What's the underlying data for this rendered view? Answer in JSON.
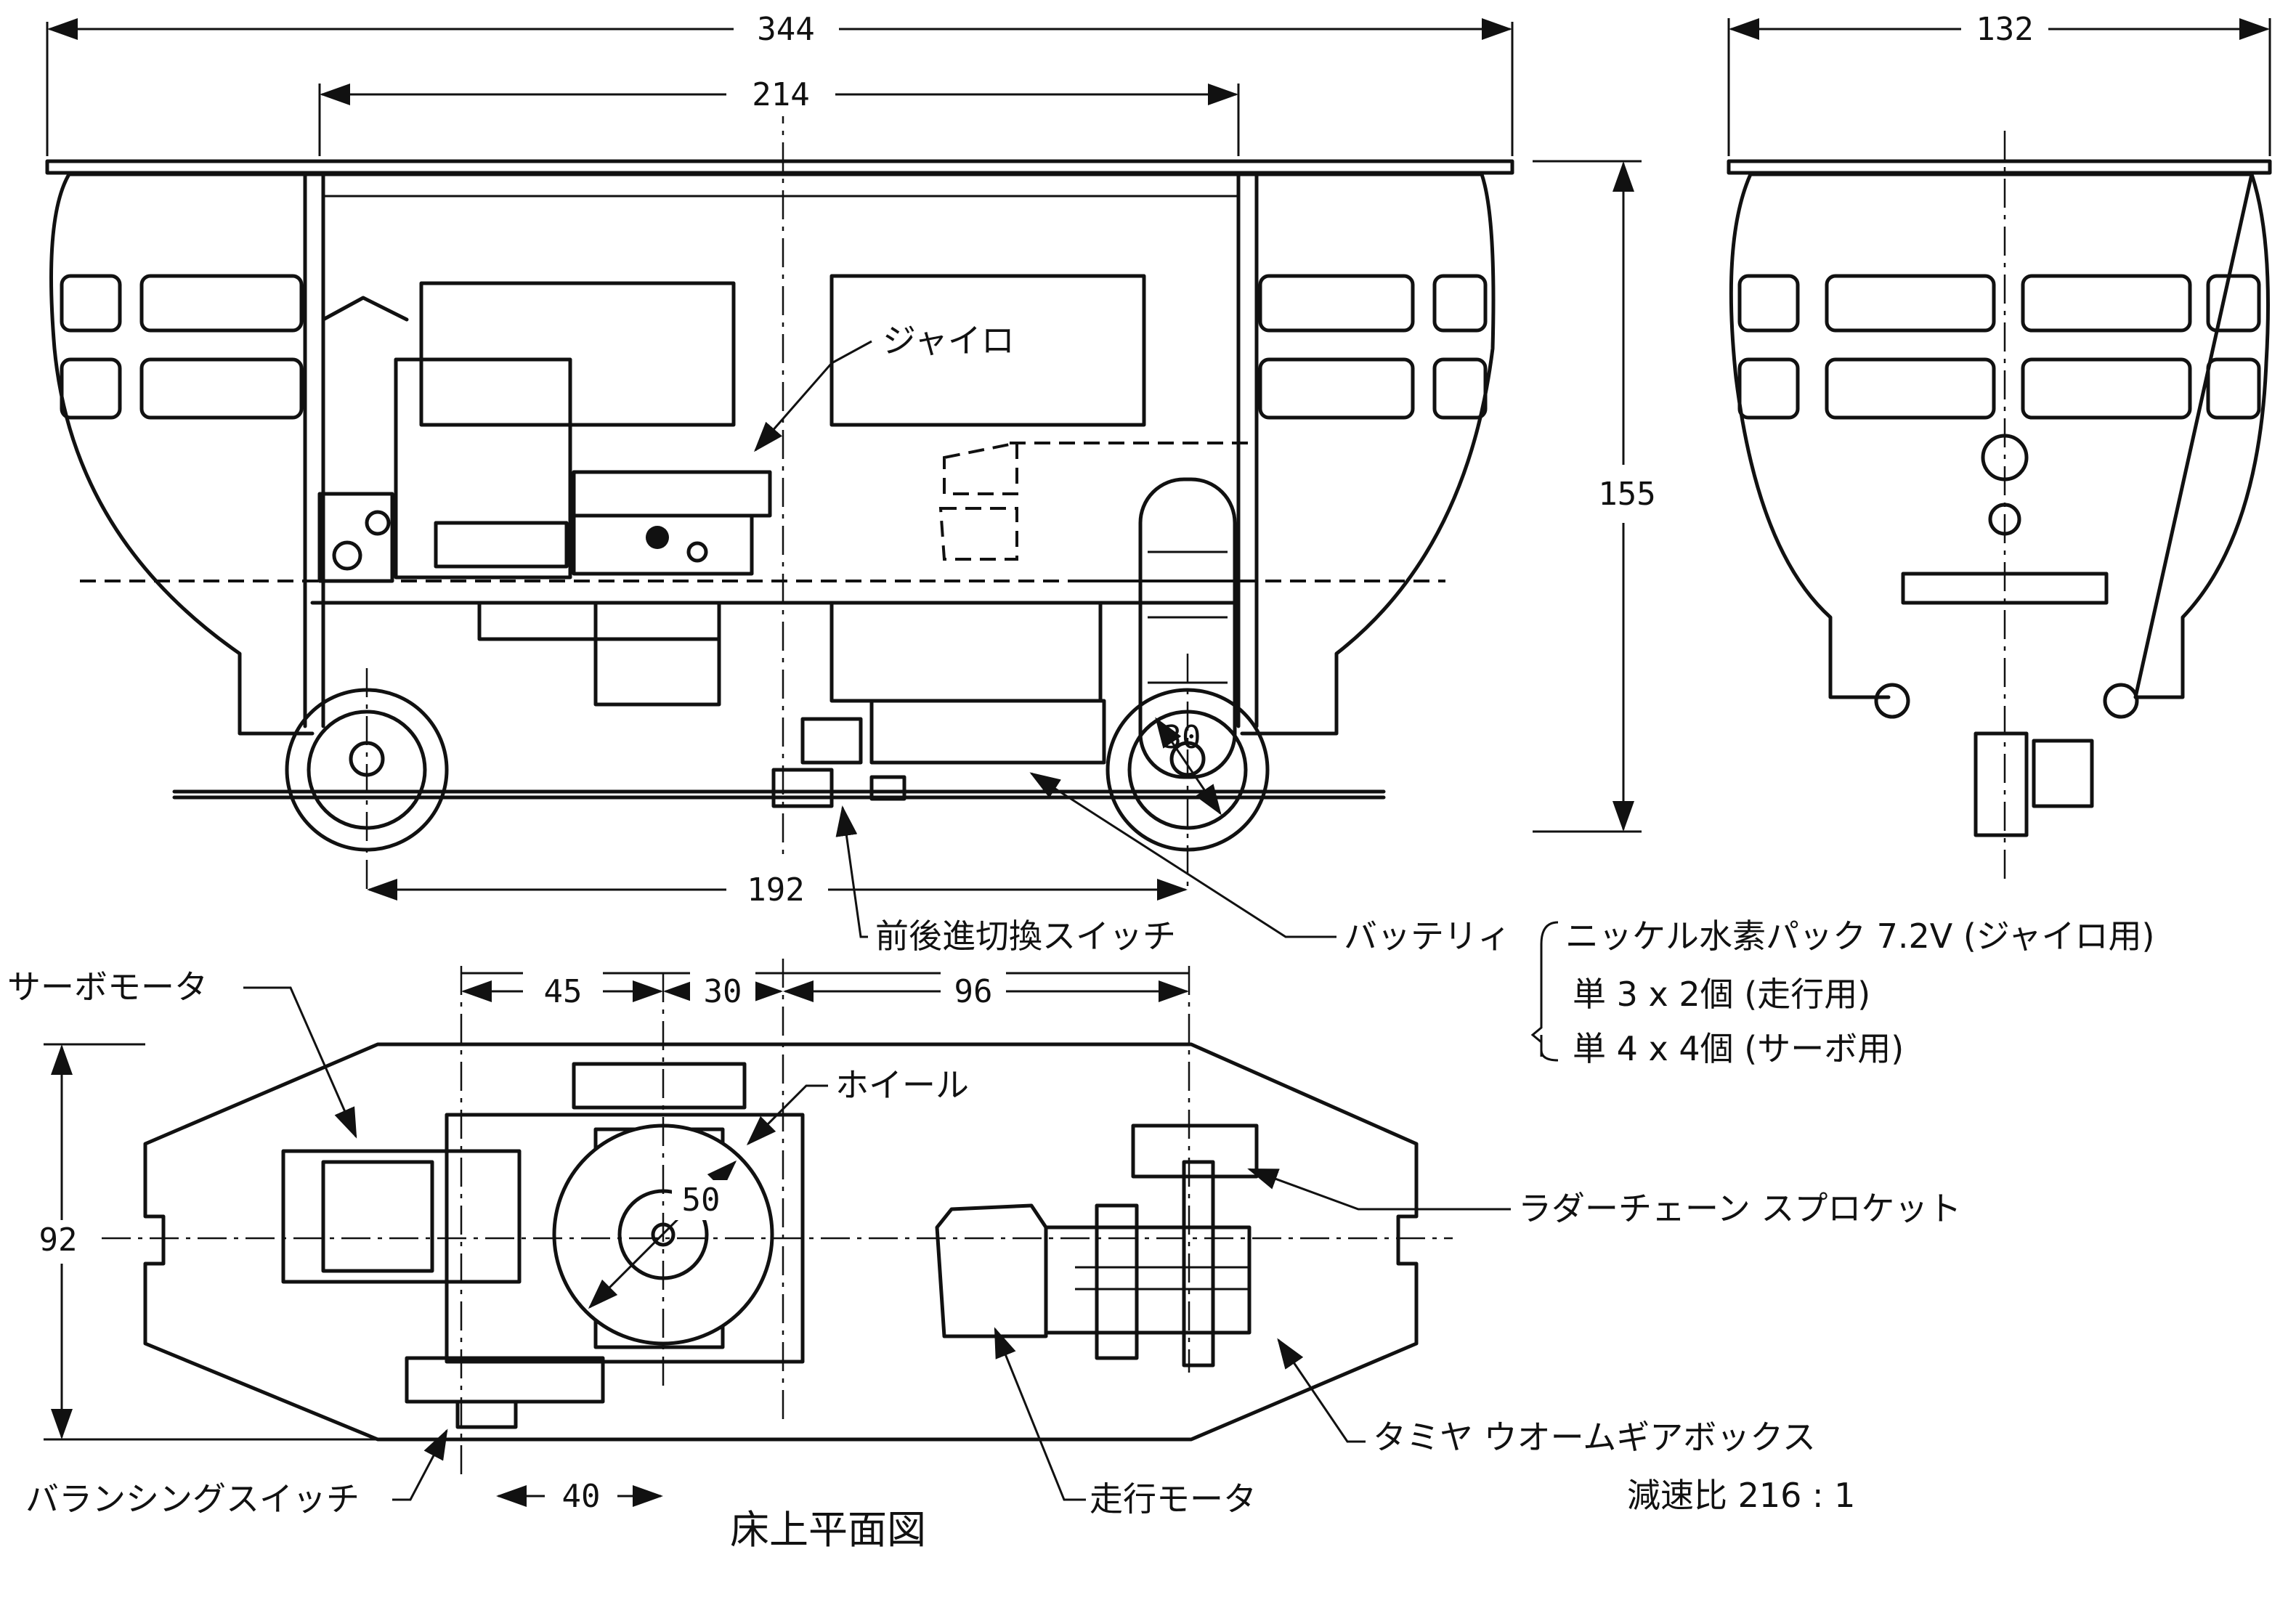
{
  "dimensions": {
    "overall_length": "344",
    "inner_length": "214",
    "width": "132",
    "height": "155",
    "wheelbase": "192",
    "sprocket_dia": "30",
    "pos_45": "45",
    "pos_30": "30",
    "pos_96": "96",
    "floor_width": "92",
    "wheel_dia": "50",
    "switch_offset": "40"
  },
  "labels": {
    "gyro": "ジャイロ",
    "fr_switch": "前後進切換スイッチ",
    "battery": "バッテリィ",
    "battery_specs": [
      "ニッケル水素パック 7.2V (ジャイロ用)",
      "単 3 x 2個 (走行用)",
      "単 4 x 4個 (サーボ用)"
    ],
    "servo_motor": "サーボモータ",
    "wheel": "ホイール",
    "rudder_sprocket": "ラダーチェーン スプロケット",
    "gearbox": "タミヤ ウオームギアボックス",
    "gear_ratio": "減速比 216 : 1",
    "balance_switch": "バランシングスイッチ",
    "drive_motor": "走行モータ",
    "floor_plan": "床上平面図"
  }
}
